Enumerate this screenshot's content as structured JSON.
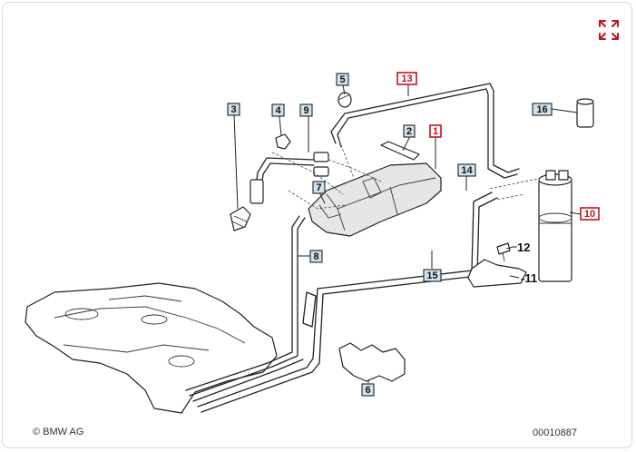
{
  "footer": {
    "copyright": "© BMW AG",
    "diagram_id": "00010887"
  },
  "controls": {
    "expand_icon": "expand-icon",
    "accent_color": "#c0141c"
  },
  "callouts": [
    {
      "id": "c1",
      "label": "1",
      "style": "red"
    },
    {
      "id": "c2",
      "label": "2",
      "style": "box"
    },
    {
      "id": "c3",
      "label": "3",
      "style": "box"
    },
    {
      "id": "c4",
      "label": "4",
      "style": "box"
    },
    {
      "id": "c5",
      "label": "5",
      "style": "box"
    },
    {
      "id": "c6",
      "label": "6",
      "style": "box"
    },
    {
      "id": "c7",
      "label": "7",
      "style": "box"
    },
    {
      "id": "c8",
      "label": "8",
      "style": "box"
    },
    {
      "id": "c9",
      "label": "9",
      "style": "box"
    },
    {
      "id": "c10",
      "label": "10",
      "style": "red"
    },
    {
      "id": "c11",
      "label": "-11",
      "style": "plain"
    },
    {
      "id": "c12",
      "label": "12",
      "style": "plain"
    },
    {
      "id": "c13",
      "label": "13",
      "style": "red"
    },
    {
      "id": "c14",
      "label": "14",
      "style": "box"
    },
    {
      "id": "c15",
      "label": "15",
      "style": "box"
    },
    {
      "id": "c16",
      "label": "16",
      "style": "box"
    }
  ]
}
